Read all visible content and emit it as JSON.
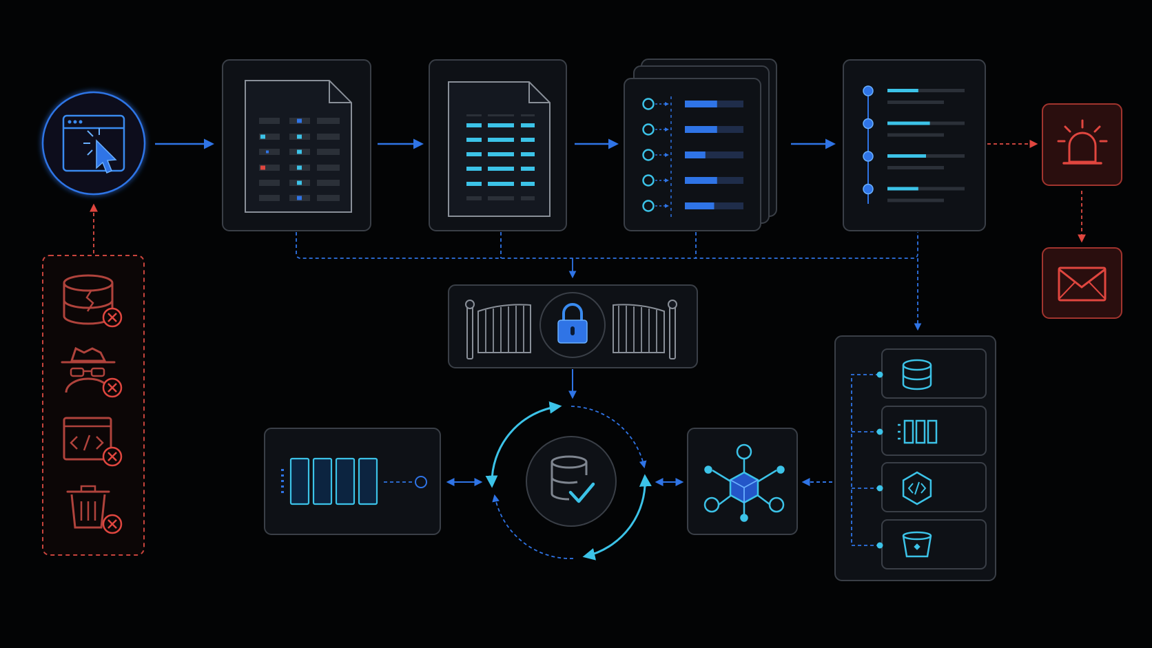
{
  "colors": {
    "background": "#030405",
    "panel_fill": "#0e1116",
    "panel_stroke": "#3a3f47",
    "inner_fill": "#141820",
    "inner_stroke": "#8a9099",
    "bar_dim": "#2b3038",
    "accent_blue": "#2f74e6",
    "accent_cyan": "#3cc3e8",
    "alert_red": "#e0463f",
    "alert_fill": "#2a0e0e",
    "muted_red": "#b0433c",
    "icon_gray": "#7e858f"
  },
  "nodes": [
    {
      "id": "browser-click",
      "icon": "browser-cursor-icon"
    },
    {
      "id": "raw-data-table",
      "icon": "document-table-icon"
    },
    {
      "id": "clean-data-table",
      "icon": "document-table-icon"
    },
    {
      "id": "parsed-records",
      "icon": "stacked-records-icon"
    },
    {
      "id": "timeline-list",
      "icon": "timeline-icon"
    },
    {
      "id": "alert",
      "icon": "alarm-light-icon"
    },
    {
      "id": "email",
      "icon": "envelope-icon"
    },
    {
      "id": "access-gate",
      "icon": "padlock-gate-icon"
    },
    {
      "id": "verified-database",
      "icon": "database-check-icon"
    },
    {
      "id": "queue",
      "icon": "queue-buffer-icon"
    },
    {
      "id": "network-hub",
      "icon": "cube-network-icon"
    },
    {
      "id": "storage-targets",
      "icon": "storage-stack-icon"
    }
  ],
  "rejected_sources": [
    {
      "icon": "corrupted-database-icon"
    },
    {
      "icon": "spy-incognito-icon"
    },
    {
      "icon": "code-window-icon"
    },
    {
      "icon": "trash-bin-icon"
    }
  ],
  "storage_targets": [
    {
      "icon": "database-icon"
    },
    {
      "icon": "columns-icon"
    },
    {
      "icon": "code-hexagon-icon"
    },
    {
      "icon": "bucket-icon"
    }
  ],
  "records": {
    "row_count": 5,
    "bar_fill_fractions": [
      0.55,
      0.55,
      0.35,
      0.55,
      0.5
    ]
  },
  "timeline": {
    "item_count": 4,
    "bar_fill_fractions": [
      0.4,
      0.55,
      0.5,
      0.4
    ]
  },
  "queue": {
    "slot_count": 4
  }
}
